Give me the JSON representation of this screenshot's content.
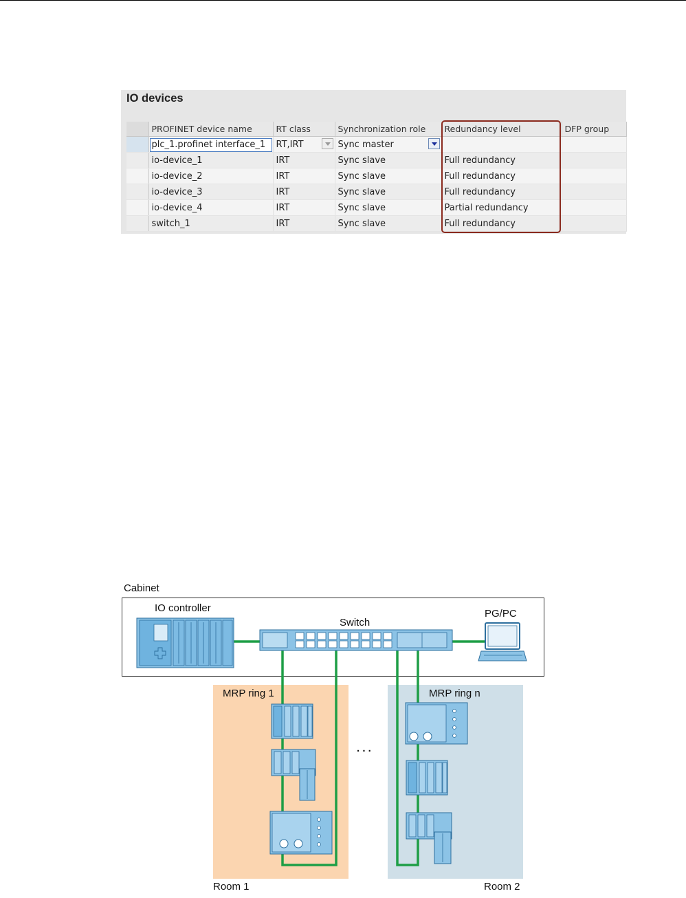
{
  "io_devices": {
    "title": "IO devices",
    "columns": [
      "PROFINET device name",
      "RT class",
      "Synchronization role",
      "Redundancy level",
      "DFP group"
    ],
    "rows": [
      {
        "name": "plc_1.profinet interface_1",
        "rt_class": "RT,IRT",
        "sync_role": "Sync master",
        "redundancy": "",
        "dfp": ""
      },
      {
        "name": "io-device_1",
        "rt_class": "IRT",
        "sync_role": "Sync slave",
        "redundancy": "Full redundancy",
        "dfp": ""
      },
      {
        "name": "io-device_2",
        "rt_class": "IRT",
        "sync_role": "Sync slave",
        "redundancy": "Full redundancy",
        "dfp": ""
      },
      {
        "name": "io-device_3",
        "rt_class": "IRT",
        "sync_role": "Sync slave",
        "redundancy": "Full redundancy",
        "dfp": ""
      },
      {
        "name": "io-device_4",
        "rt_class": "IRT",
        "sync_role": "Sync slave",
        "redundancy": "Partial redundancy",
        "dfp": ""
      },
      {
        "name": "switch_1",
        "rt_class": "IRT",
        "sync_role": "Sync slave",
        "redundancy": "Full redundancy",
        "dfp": ""
      }
    ],
    "highlight_color": "#8a2a1e"
  },
  "diagram": {
    "cabinet": "Cabinet",
    "io_controller": "IO controller",
    "switch": "Switch",
    "pgpc": "PG/PC",
    "ring1": "MRP ring 1",
    "ringn": "MRP ring n",
    "ellipsis": ". . .",
    "room1": "Room 1",
    "room2": "Room 2",
    "colors": {
      "cable": "#1e9e46",
      "room1_bg": "#fbd5b0",
      "room2_bg": "#cfdfe8",
      "device": "#6fb3df"
    }
  }
}
